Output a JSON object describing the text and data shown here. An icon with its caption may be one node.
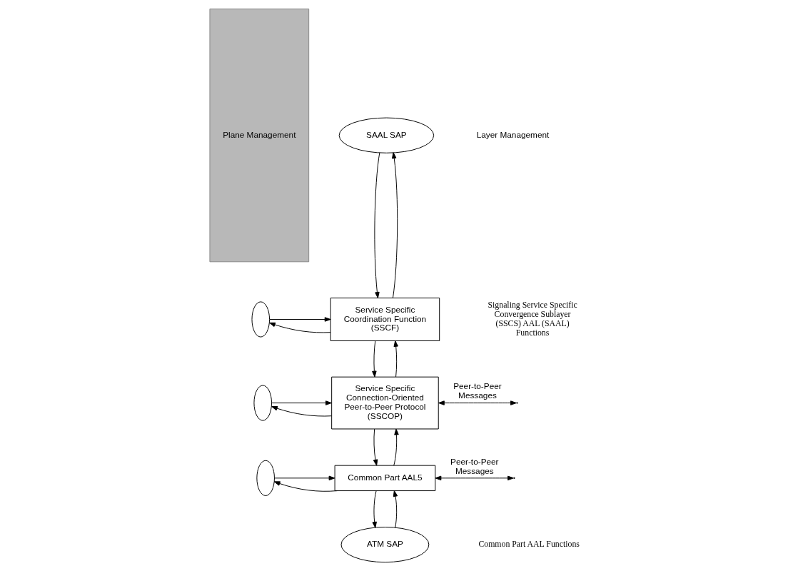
{
  "diagram": {
    "nodes": [
      {
        "text": [
          "Plane Management"
        ]
      },
      {
        "text": [
          "SAAL SAP"
        ]
      },
      {
        "text": [
          "Service Specific Coordination Function (SSCF)"
        ]
      },
      {
        "text": [],
        "shape": "ellipse"
      },
      {
        "text": [
          "Service Specific Connection-Oriented Peer-to-Peer Protocol (SSCOP)"
        ]
      },
      {
        "text": [],
        "shape": "ellipse"
      },
      {
        "text": [
          "Common Part AAL5"
        ]
      },
      {
        "text": [],
        "shape": "ellipse"
      },
      {
        "text": [
          "ATM SAP"
        ]
      }
    ],
    "edges": [
      {
        "from": 1,
        "to": 2,
        "arrow": "to"
      },
      {
        "from": 2,
        "to": 1,
        "arrow": "to"
      },
      {
        "from": 2,
        "to": 3,
        "arrow": "to"
      },
      {
        "from": 3,
        "to": 2,
        "arrow": "to"
      },
      {
        "from": 2,
        "to": 4,
        "arrow": "to"
      },
      {
        "from": 4,
        "to": 2,
        "arrow": "to"
      },
      {
        "from": 4,
        "to": 5,
        "arrow": "to"
      },
      {
        "from": 5,
        "to": 4,
        "arrow": "to"
      },
      {
        "from": 4,
        "to": 6,
        "arrow": "to"
      },
      {
        "from": 6,
        "to": 4,
        "arrow": "to"
      },
      {
        "from": 6,
        "to": 7,
        "arrow": "to"
      },
      {
        "from": 7,
        "to": 6,
        "arrow": "to"
      },
      {
        "from": 6,
        "to": 8,
        "arrow": "to"
      },
      {
        "from": 8,
        "to": 6,
        "arrow": "to"
      },
      {
        "from": 4,
        "to": null,
        "arrow": "both",
        "label": "Peer-to-Peer Messages"
      },
      {
        "from": 6,
        "to": null,
        "arrow": "both",
        "label": "Peer-to-Peer Messages"
      }
    ],
    "labels": [
      "Layer Management",
      "Signaling Service Specific Convergence Sublayer (SSCS) AAL (SAAL) Functions",
      "Common Part AAL Functions"
    ]
  }
}
